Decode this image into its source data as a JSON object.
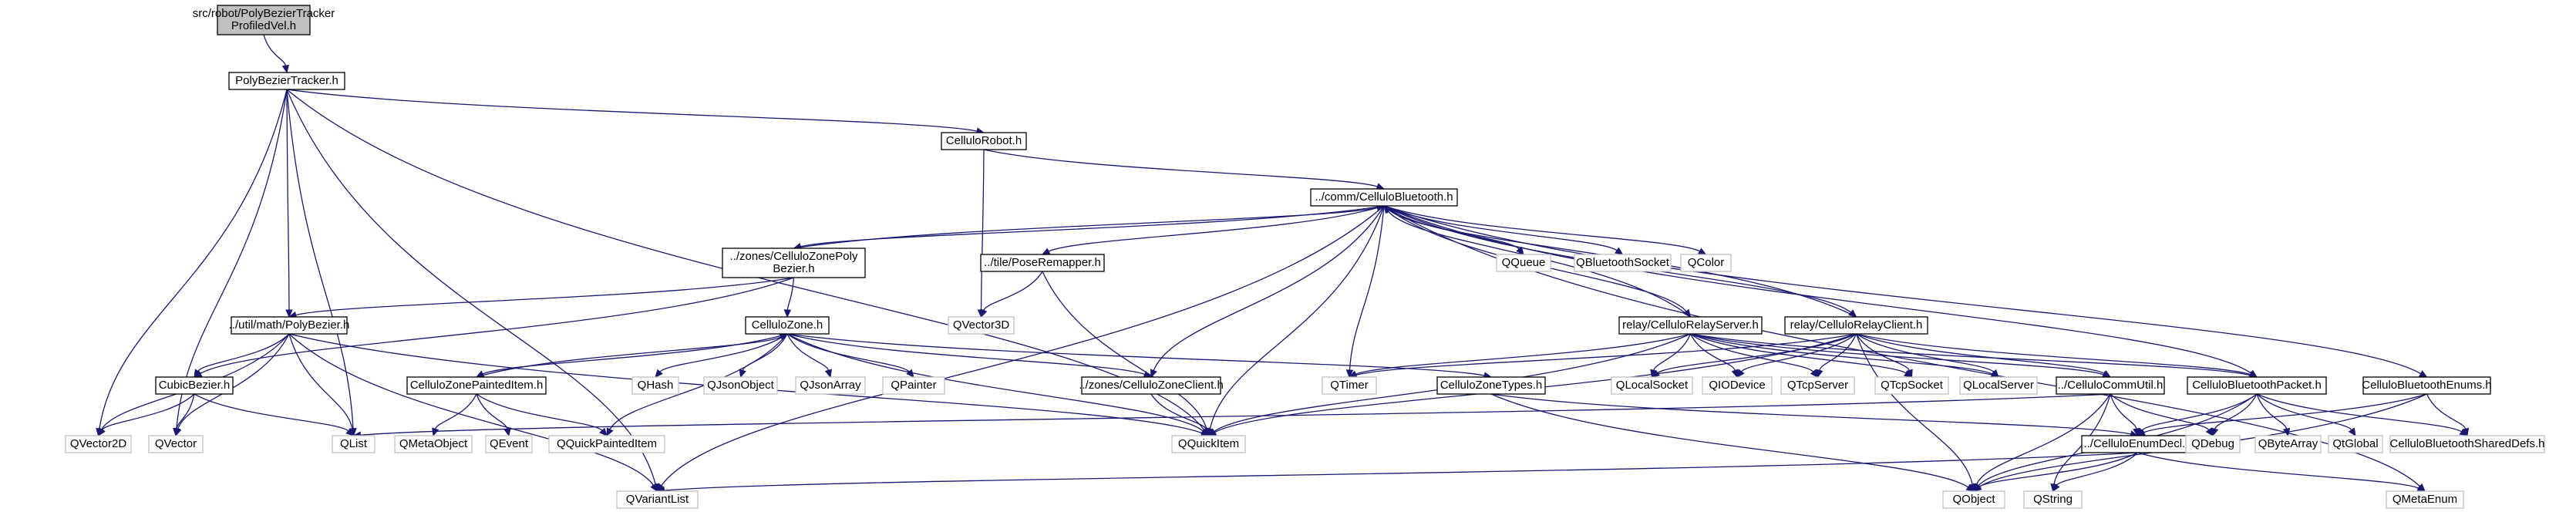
{
  "diagram": {
    "type": "include-dependency-graph",
    "colors": {
      "edge": "#191970",
      "root_fill": "#bfbfbf",
      "file_border": "#000000",
      "external_border": "#bfbfbf"
    },
    "nodes": [
      {
        "id": "root",
        "kind": "root",
        "lines": [
          "src/robot/PolyBezierTracker",
          "ProfiledVel.h"
        ]
      },
      {
        "id": "pbt",
        "kind": "file",
        "lines": [
          "PolyBezierTracker.h"
        ]
      },
      {
        "id": "crobot",
        "kind": "file",
        "lines": [
          "CelluloRobot.h"
        ]
      },
      {
        "id": "cbt",
        "kind": "file",
        "lines": [
          "../comm/CelluloBluetooth.h"
        ]
      },
      {
        "id": "czpb",
        "kind": "file",
        "lines": [
          "../zones/CelluloZonePoly",
          "Bezier.h"
        ]
      },
      {
        "id": "prm",
        "kind": "file",
        "lines": [
          "../tile/PoseRemapper.h"
        ]
      },
      {
        "id": "pb",
        "kind": "file",
        "lines": [
          "../util/math/PolyBezier.h"
        ]
      },
      {
        "id": "cz",
        "kind": "file",
        "lines": [
          "CelluloZone.h"
        ]
      },
      {
        "id": "rrs",
        "kind": "file",
        "lines": [
          "relay/CelluloRelayServer.h"
        ]
      },
      {
        "id": "rrc",
        "kind": "file",
        "lines": [
          "relay/CelluloRelayClient.h"
        ]
      },
      {
        "id": "cubic",
        "kind": "file",
        "lines": [
          "CubicBezier.h"
        ]
      },
      {
        "id": "czpi",
        "kind": "file",
        "lines": [
          "CelluloZonePaintedItem.h"
        ]
      },
      {
        "id": "czc",
        "kind": "file",
        "lines": [
          "../zones/CelluloZoneClient.h"
        ]
      },
      {
        "id": "czt",
        "kind": "file",
        "lines": [
          "CelluloZoneTypes.h"
        ]
      },
      {
        "id": "ccu",
        "kind": "file",
        "lines": [
          "../CelluloCommUtil.h"
        ]
      },
      {
        "id": "cbp",
        "kind": "file",
        "lines": [
          "CelluloBluetoothPacket.h"
        ]
      },
      {
        "id": "cbe",
        "kind": "file",
        "lines": [
          "CelluloBluetoothEnums.h"
        ]
      },
      {
        "id": "ced",
        "kind": "file",
        "lines": [
          "../CelluloEnumDecl.h"
        ]
      },
      {
        "id": "qqueue",
        "kind": "ext",
        "lines": [
          "QQueue"
        ]
      },
      {
        "id": "qbtsock",
        "kind": "ext",
        "lines": [
          "QBluetoothSocket"
        ]
      },
      {
        "id": "qcolor",
        "kind": "ext",
        "lines": [
          "QColor"
        ]
      },
      {
        "id": "qvec3d",
        "kind": "ext",
        "lines": [
          "QVector3D"
        ]
      },
      {
        "id": "qhash",
        "kind": "ext",
        "lines": [
          "QHash"
        ]
      },
      {
        "id": "qjsonobj",
        "kind": "ext",
        "lines": [
          "QJsonObject"
        ]
      },
      {
        "id": "qjsonarr",
        "kind": "ext",
        "lines": [
          "QJsonArray"
        ]
      },
      {
        "id": "qpainter",
        "kind": "ext",
        "lines": [
          "QPainter"
        ]
      },
      {
        "id": "qtimer",
        "kind": "ext",
        "lines": [
          "QTimer"
        ]
      },
      {
        "id": "qlocsock",
        "kind": "ext",
        "lines": [
          "QLocalSocket"
        ]
      },
      {
        "id": "qiodev",
        "kind": "ext",
        "lines": [
          "QIODevice"
        ]
      },
      {
        "id": "qtcpsrv",
        "kind": "ext",
        "lines": [
          "QTcpServer"
        ]
      },
      {
        "id": "qtcpsock",
        "kind": "ext",
        "lines": [
          "QTcpSocket"
        ]
      },
      {
        "id": "qlocsrv",
        "kind": "ext",
        "lines": [
          "QLocalServer"
        ]
      },
      {
        "id": "qvec2d",
        "kind": "ext",
        "lines": [
          "QVector2D"
        ]
      },
      {
        "id": "qvector",
        "kind": "ext",
        "lines": [
          "QVector"
        ]
      },
      {
        "id": "qlist",
        "kind": "ext",
        "lines": [
          "QList"
        ]
      },
      {
        "id": "qmetaobj",
        "kind": "ext",
        "lines": [
          "QMetaObject"
        ]
      },
      {
        "id": "qevent",
        "kind": "ext",
        "lines": [
          "QEvent"
        ]
      },
      {
        "id": "qqpi",
        "kind": "ext",
        "lines": [
          "QQuickPaintedItem"
        ]
      },
      {
        "id": "qquickitem",
        "kind": "ext",
        "lines": [
          "QQuickItem"
        ]
      },
      {
        "id": "qdebug",
        "kind": "ext",
        "lines": [
          "QDebug"
        ]
      },
      {
        "id": "qbytearr",
        "kind": "ext",
        "lines": [
          "QByteArray"
        ]
      },
      {
        "id": "qtglobal",
        "kind": "ext",
        "lines": [
          "QtGlobal"
        ]
      },
      {
        "id": "cbsd",
        "kind": "ext",
        "lines": [
          "CelluloBluetoothSharedDefs.h"
        ]
      },
      {
        "id": "qvarlist",
        "kind": "ext",
        "lines": [
          "QVariantList"
        ]
      },
      {
        "id": "qobject",
        "kind": "ext",
        "lines": [
          "QObject"
        ]
      },
      {
        "id": "qstring",
        "kind": "ext",
        "lines": [
          "QString"
        ]
      },
      {
        "id": "qmetaenum",
        "kind": "ext",
        "lines": [
          "QMetaEnum"
        ]
      }
    ],
    "edges": [
      [
        "root",
        "pbt"
      ],
      [
        "pbt",
        "crobot"
      ],
      [
        "pbt",
        "pb"
      ],
      [
        "pbt",
        "qquickitem"
      ],
      [
        "pbt",
        "qlist"
      ],
      [
        "pbt",
        "qvec2d"
      ],
      [
        "pbt",
        "qvector"
      ],
      [
        "pbt",
        "qvarlist"
      ],
      [
        "crobot",
        "cbt"
      ],
      [
        "crobot",
        "qvec3d"
      ],
      [
        "cbt",
        "czpb"
      ],
      [
        "cbt",
        "prm"
      ],
      [
        "cbt",
        "qqueue"
      ],
      [
        "cbt",
        "qbtsock"
      ],
      [
        "cbt",
        "qcolor"
      ],
      [
        "cbt",
        "czc"
      ],
      [
        "cbt",
        "rrs"
      ],
      [
        "cbt",
        "rrc"
      ],
      [
        "cbt",
        "qtimer"
      ],
      [
        "cbt",
        "qquickitem"
      ],
      [
        "cbt",
        "cbp"
      ],
      [
        "cbt",
        "cbe"
      ],
      [
        "cbt",
        "qmetaenum"
      ],
      [
        "cbt",
        "qvarlist"
      ],
      [
        "czpb",
        "cbt"
      ],
      [
        "czpb",
        "pb"
      ],
      [
        "czpb",
        "cz"
      ],
      [
        "czpb",
        "cubic"
      ],
      [
        "prm",
        "qvec3d"
      ],
      [
        "prm",
        "qquickitem"
      ],
      [
        "pb",
        "cubic"
      ],
      [
        "pb",
        "qvec2d"
      ],
      [
        "pb",
        "qvector"
      ],
      [
        "pb",
        "qlist"
      ],
      [
        "pb",
        "qvarlist"
      ],
      [
        "pb",
        "qquickitem"
      ],
      [
        "cubic",
        "qvec2d"
      ],
      [
        "cubic",
        "qvector"
      ],
      [
        "cubic",
        "qlist"
      ],
      [
        "cz",
        "czpi"
      ],
      [
        "cz",
        "qhash"
      ],
      [
        "cz",
        "qjsonobj"
      ],
      [
        "cz",
        "qjsonarr"
      ],
      [
        "cz",
        "qpainter"
      ],
      [
        "cz",
        "czc"
      ],
      [
        "cz",
        "czt"
      ],
      [
        "cz",
        "qquickitem"
      ],
      [
        "cz",
        "qqpi"
      ],
      [
        "czpi",
        "cz"
      ],
      [
        "czpi",
        "qmetaobj"
      ],
      [
        "czpi",
        "qevent"
      ],
      [
        "czpi",
        "qqpi"
      ],
      [
        "czc",
        "qquickitem"
      ],
      [
        "czt",
        "ced"
      ],
      [
        "czt",
        "qobject"
      ],
      [
        "rrs",
        "cbt"
      ],
      [
        "rrs",
        "qtimer"
      ],
      [
        "rrs",
        "qlocsock"
      ],
      [
        "rrs",
        "qiodev"
      ],
      [
        "rrs",
        "qtcpsrv"
      ],
      [
        "rrs",
        "qtcpsock"
      ],
      [
        "rrs",
        "qlocsrv"
      ],
      [
        "rrs",
        "ccu"
      ],
      [
        "rrs",
        "cbp"
      ],
      [
        "rrs",
        "qquickitem"
      ],
      [
        "rrc",
        "cbt"
      ],
      [
        "rrc",
        "qtimer"
      ],
      [
        "rrc",
        "qlocsock"
      ],
      [
        "rrc",
        "qiodev"
      ],
      [
        "rrc",
        "qtcpsrv"
      ],
      [
        "rrc",
        "qtcpsock"
      ],
      [
        "rrc",
        "qlocsrv"
      ],
      [
        "rrc",
        "ccu"
      ],
      [
        "rrc",
        "cbp"
      ],
      [
        "rrc",
        "qquickitem"
      ],
      [
        "rrc",
        "qobject"
      ],
      [
        "ccu",
        "qlist"
      ],
      [
        "ccu",
        "ced"
      ],
      [
        "ccu",
        "qdebug"
      ],
      [
        "ccu",
        "qobject"
      ],
      [
        "ccu",
        "qstring"
      ],
      [
        "cbp",
        "ced"
      ],
      [
        "cbp",
        "qdebug"
      ],
      [
        "cbp",
        "qbytearr"
      ],
      [
        "cbp",
        "qtglobal"
      ],
      [
        "cbp",
        "cbsd"
      ],
      [
        "cbp",
        "qobject"
      ],
      [
        "cbe",
        "ced"
      ],
      [
        "cbe",
        "cbsd"
      ],
      [
        "cbe",
        "qobject"
      ],
      [
        "ced",
        "qvarlist"
      ],
      [
        "ced",
        "qobject"
      ],
      [
        "ced",
        "qstring"
      ],
      [
        "ced",
        "qmetaenum"
      ]
    ]
  }
}
